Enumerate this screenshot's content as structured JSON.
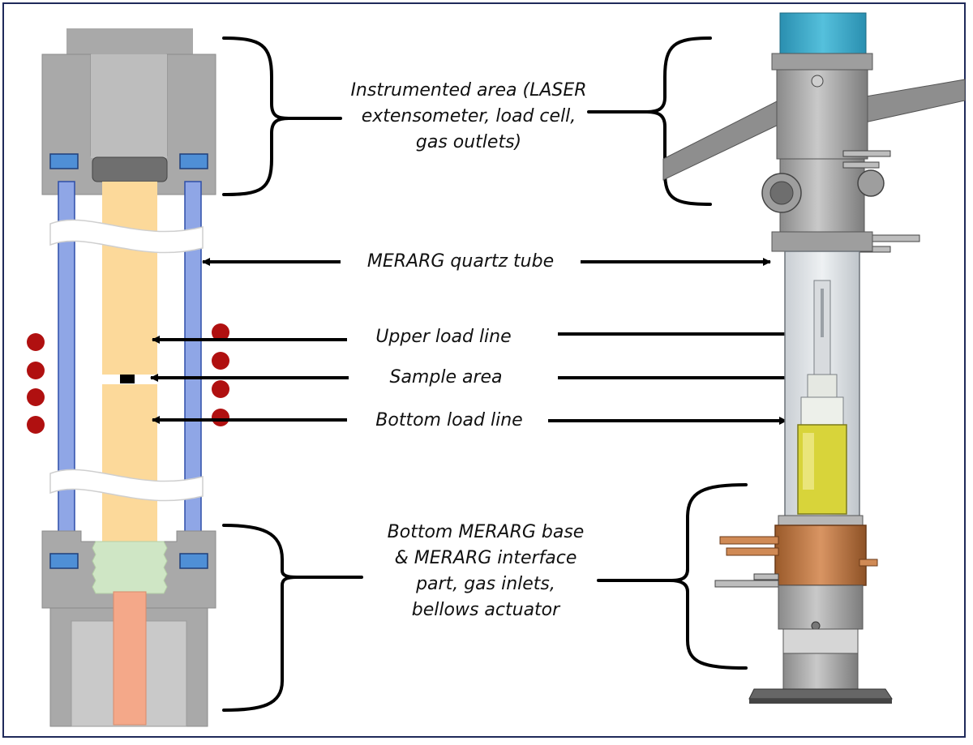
{
  "labels": {
    "instrumented": [
      "Instrumented area (LASER",
      "extensometer, load cell,",
      "gas outlets)"
    ],
    "quartz_tube": "MERARG quartz tube",
    "upper_load_line": "Upper load line",
    "sample_area": "Sample area",
    "bottom_load_line": "Bottom load line",
    "bottom_base": [
      "Bottom MERARG base",
      "& MERARG interface",
      "part, gas inlets,",
      "bellows actuator"
    ]
  },
  "colors": {
    "frame": "#1f2a5a",
    "steel_gray": "#a9a9a9",
    "steel_dark": "#8c8c8c",
    "quartz_blue": "#8fa6e6",
    "seal_blue": "#4f8fd6",
    "load_line": "#fcd99a",
    "heater_dot": "#b01010",
    "interface_green": "#cfe6c5",
    "bellows_copper": "#f4a889",
    "teal_top": "#3ba7c4",
    "copper_ring": "#c27a42",
    "yellow_part": "#d8d43a"
  }
}
